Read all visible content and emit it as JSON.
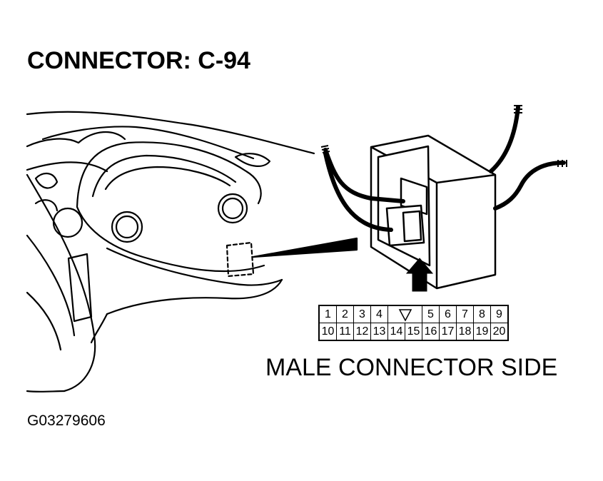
{
  "diagram": {
    "title": "CONNECTOR: C-94",
    "caption": "MALE CONNECTOR SIDE",
    "figure_id": "G03279606",
    "pins": {
      "top_row": [
        "1",
        "2",
        "3",
        "4",
        "",
        "5",
        "6",
        "7",
        "8",
        "9"
      ],
      "bottom_row": [
        "10",
        "11",
        "12",
        "13",
        "14",
        "15",
        "16",
        "17",
        "18",
        "19",
        "20"
      ]
    },
    "key_symbol_icon": "triangle-key-icon",
    "colors": {
      "line": "#000000",
      "background": "#ffffff"
    }
  }
}
